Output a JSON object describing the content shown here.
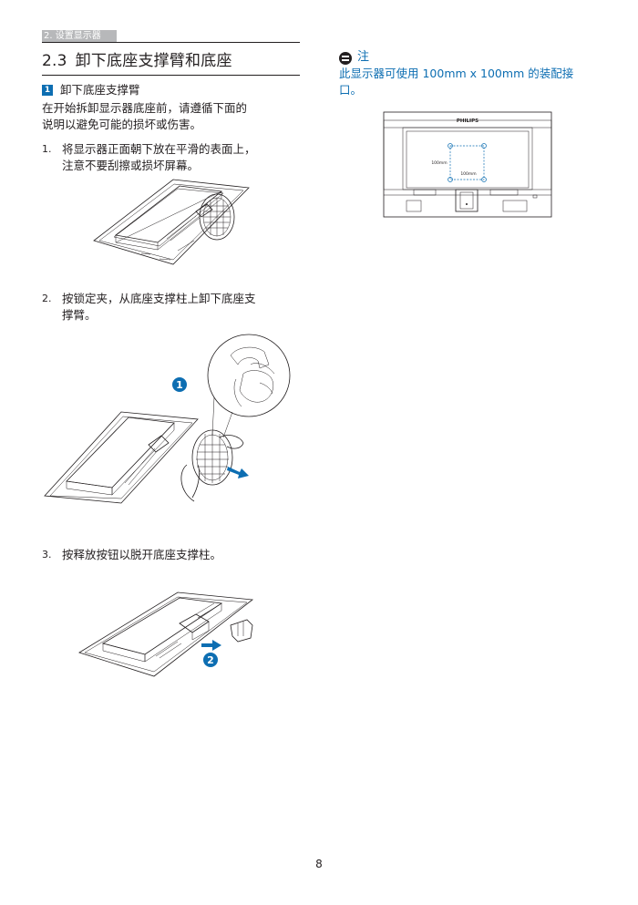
{
  "header": {
    "chapter": "2. 设置显示器"
  },
  "section": {
    "number": "2.3",
    "title": "卸下底座支撑臂和底座"
  },
  "subsection": {
    "badge": "1",
    "title": "卸下底座支撑臂"
  },
  "intro": {
    "line1": "在开始拆卸显示器底座前，请遵循下面的",
    "line2": "说明以避免可能的损坏或伤害。"
  },
  "steps": [
    {
      "num": "1.",
      "line1": "将显示器正面朝下放在平滑的表面上，",
      "line2": "注意不要刮擦或损坏屏幕。"
    },
    {
      "num": "2.",
      "line1": "按锁定夹，从底座支撑柱上卸下底座支",
      "line2": "撑臂。",
      "callout": "1"
    },
    {
      "num": "3.",
      "line1": "按释放按钮以脱开底座支撑柱。",
      "callout": "2"
    }
  ],
  "note": {
    "title": "注",
    "line1": "此显示器可使用 100mm x 100mm 的装配接",
    "line2": "口。",
    "brand": "PHILIPS",
    "dim_h": "100mm",
    "dim_v": "100mm"
  },
  "page": {
    "number": "8"
  },
  "colors": {
    "accent": "#0d6eb2",
    "text": "#231f20",
    "header_tab": "#b7b8ba"
  },
  "icons": [
    "note-icon",
    "arrow-icon"
  ]
}
